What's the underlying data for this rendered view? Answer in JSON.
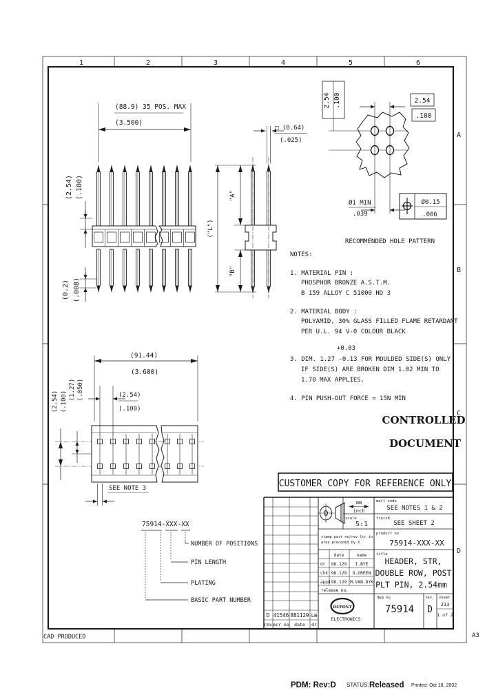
{
  "sheet": {
    "zones_top": [
      "1",
      "2",
      "3",
      "4",
      "5",
      "6"
    ],
    "zones_right": [
      "A",
      "B",
      "C",
      "D"
    ],
    "cad_note": "CAD PRODUCED",
    "size": "A3"
  },
  "status_bar": {
    "pdm": "PDM: Rev:D",
    "status_label": "STATUS:",
    "status_value": "Released",
    "printed": "Printed: Oct 18, 2002",
    "accent_color": "#e10000"
  },
  "front_view": {
    "overall_mm": "(88.9) 35 POS. MAX",
    "overall_in": "(3.500)",
    "pitch_mm": "(2.54)",
    "pitch_in": "(.100)",
    "tail_mm": "(0.2)",
    "tail_in": "(.008)"
  },
  "side_view": {
    "pin_sq_mm": "□ (0.64)",
    "pin_sq_in": "(.025)",
    "len_label": "(\"L\")",
    "a_label": "\"A\"",
    "b_label": "\"B\""
  },
  "hole_pattern": {
    "caption": "RECOMMENDED HOLE PATTERN",
    "row_pitch_mm": "2.54",
    "row_pitch_in": ".100",
    "col_pitch_mm": "2.54",
    "col_pitch_in": ".100",
    "hole_dia_mm": "Ø1 MIN",
    "hole_dia_in": ".039",
    "true_pos_mm": "Ø0.15",
    "true_pos_in": ".006"
  },
  "notes": {
    "heading": "NOTES:",
    "n1_1": "1. MATERIAL PIN :",
    "n1_2": "PHOSPHOR BRONZE A.S.T.M.",
    "n1_3": "B 159 ALLOY C 51000 HD 3",
    "n2_1": "2. MATERIAL BODY :",
    "n2_2": "POLYAMID, 30% GLASS FILLED FLAME RETARDANT",
    "n2_3": "PER U.L. 94 V-0 COLOUR BLACK",
    "n3_tol": "+0.03",
    "n3_1": "3. DIM. 1.27 -0.13 FOR MOULDED SIDE(S) ONLY",
    "n3_2": "IF SIDE(S) ARE BROKEN DIM 1.02 MIN TO",
    "n3_3": "1.70 MAX APPLIES.",
    "n4_1": "4. PIN PUSH-OUT FORCE = 15N MIN"
  },
  "stamp": {
    "line1": "CONTROLLED",
    "line2": "DOCUMENT"
  },
  "banner": "CUSTOMER COPY FOR REFERENCE ONLY",
  "top_view": {
    "overall_mm": "(91.44)",
    "overall_in": "(3.600)",
    "pitch_mm": "(2.54)",
    "pitch_in": "(.100)",
    "row_mm": "(2.54)",
    "row_in": "(.100)",
    "half_mm": "(1.27)",
    "half_in": "(.050)",
    "note": "SEE NOTE 3"
  },
  "part_numbering": {
    "number": "75914-XXX-XX",
    "callout_positions": "NUMBER OF POSITIONS",
    "callout_pin_length": "PIN LENGTH",
    "callout_plating": "PLATING",
    "callout_basic": "BASIC PART NUMBER"
  },
  "title_block": {
    "revision": {
      "rev": "D",
      "ecr": "41546",
      "date": "881129",
      "dr": "LB",
      "h_rev": "rev",
      "h_ecr": "ecr no",
      "h_date": "date",
      "h_dr": "dr"
    },
    "units_top": "mm",
    "units_bottom": "inch",
    "scale_label": "scale",
    "scale_value": "5:1",
    "matl_label": "matl code",
    "matl_value": "SEE NOTES 1 & 2",
    "finish_label": "finish",
    "finish_value": "SEE SHEET 2",
    "stamp_note1": "stamp part no/rev ltr in",
    "stamp_note2": "area preceded by X",
    "product_label": "product no",
    "product_value": "75914-XXX-XX",
    "sign_date_h": "date",
    "sign_name_h": "name",
    "dr_role": "dr",
    "dr_date": "98.129",
    "dr_name": "I.BYE",
    "chk_role": "chk",
    "chk_date": "98.129",
    "chk_name": "D.GREEN",
    "appd_role": "appd",
    "appd_date": "98.129",
    "appd_name": "M.VAN.DYK",
    "release": "release no.",
    "title_label": "title",
    "title1": "HEADER, STR,",
    "title2": "DOUBLE ROW, POST",
    "title3": "PLT PIN, 2.54mm",
    "logo_name": "DUPONT",
    "logo_sub": "ELECTRONICS",
    "dwg_label": "dwg no",
    "dwg_value": "75914",
    "rev_label": "rev",
    "rev_value": "D",
    "sheet_label": "sheet",
    "sheet_value": "213",
    "sheet_of": "1 of 2"
  }
}
